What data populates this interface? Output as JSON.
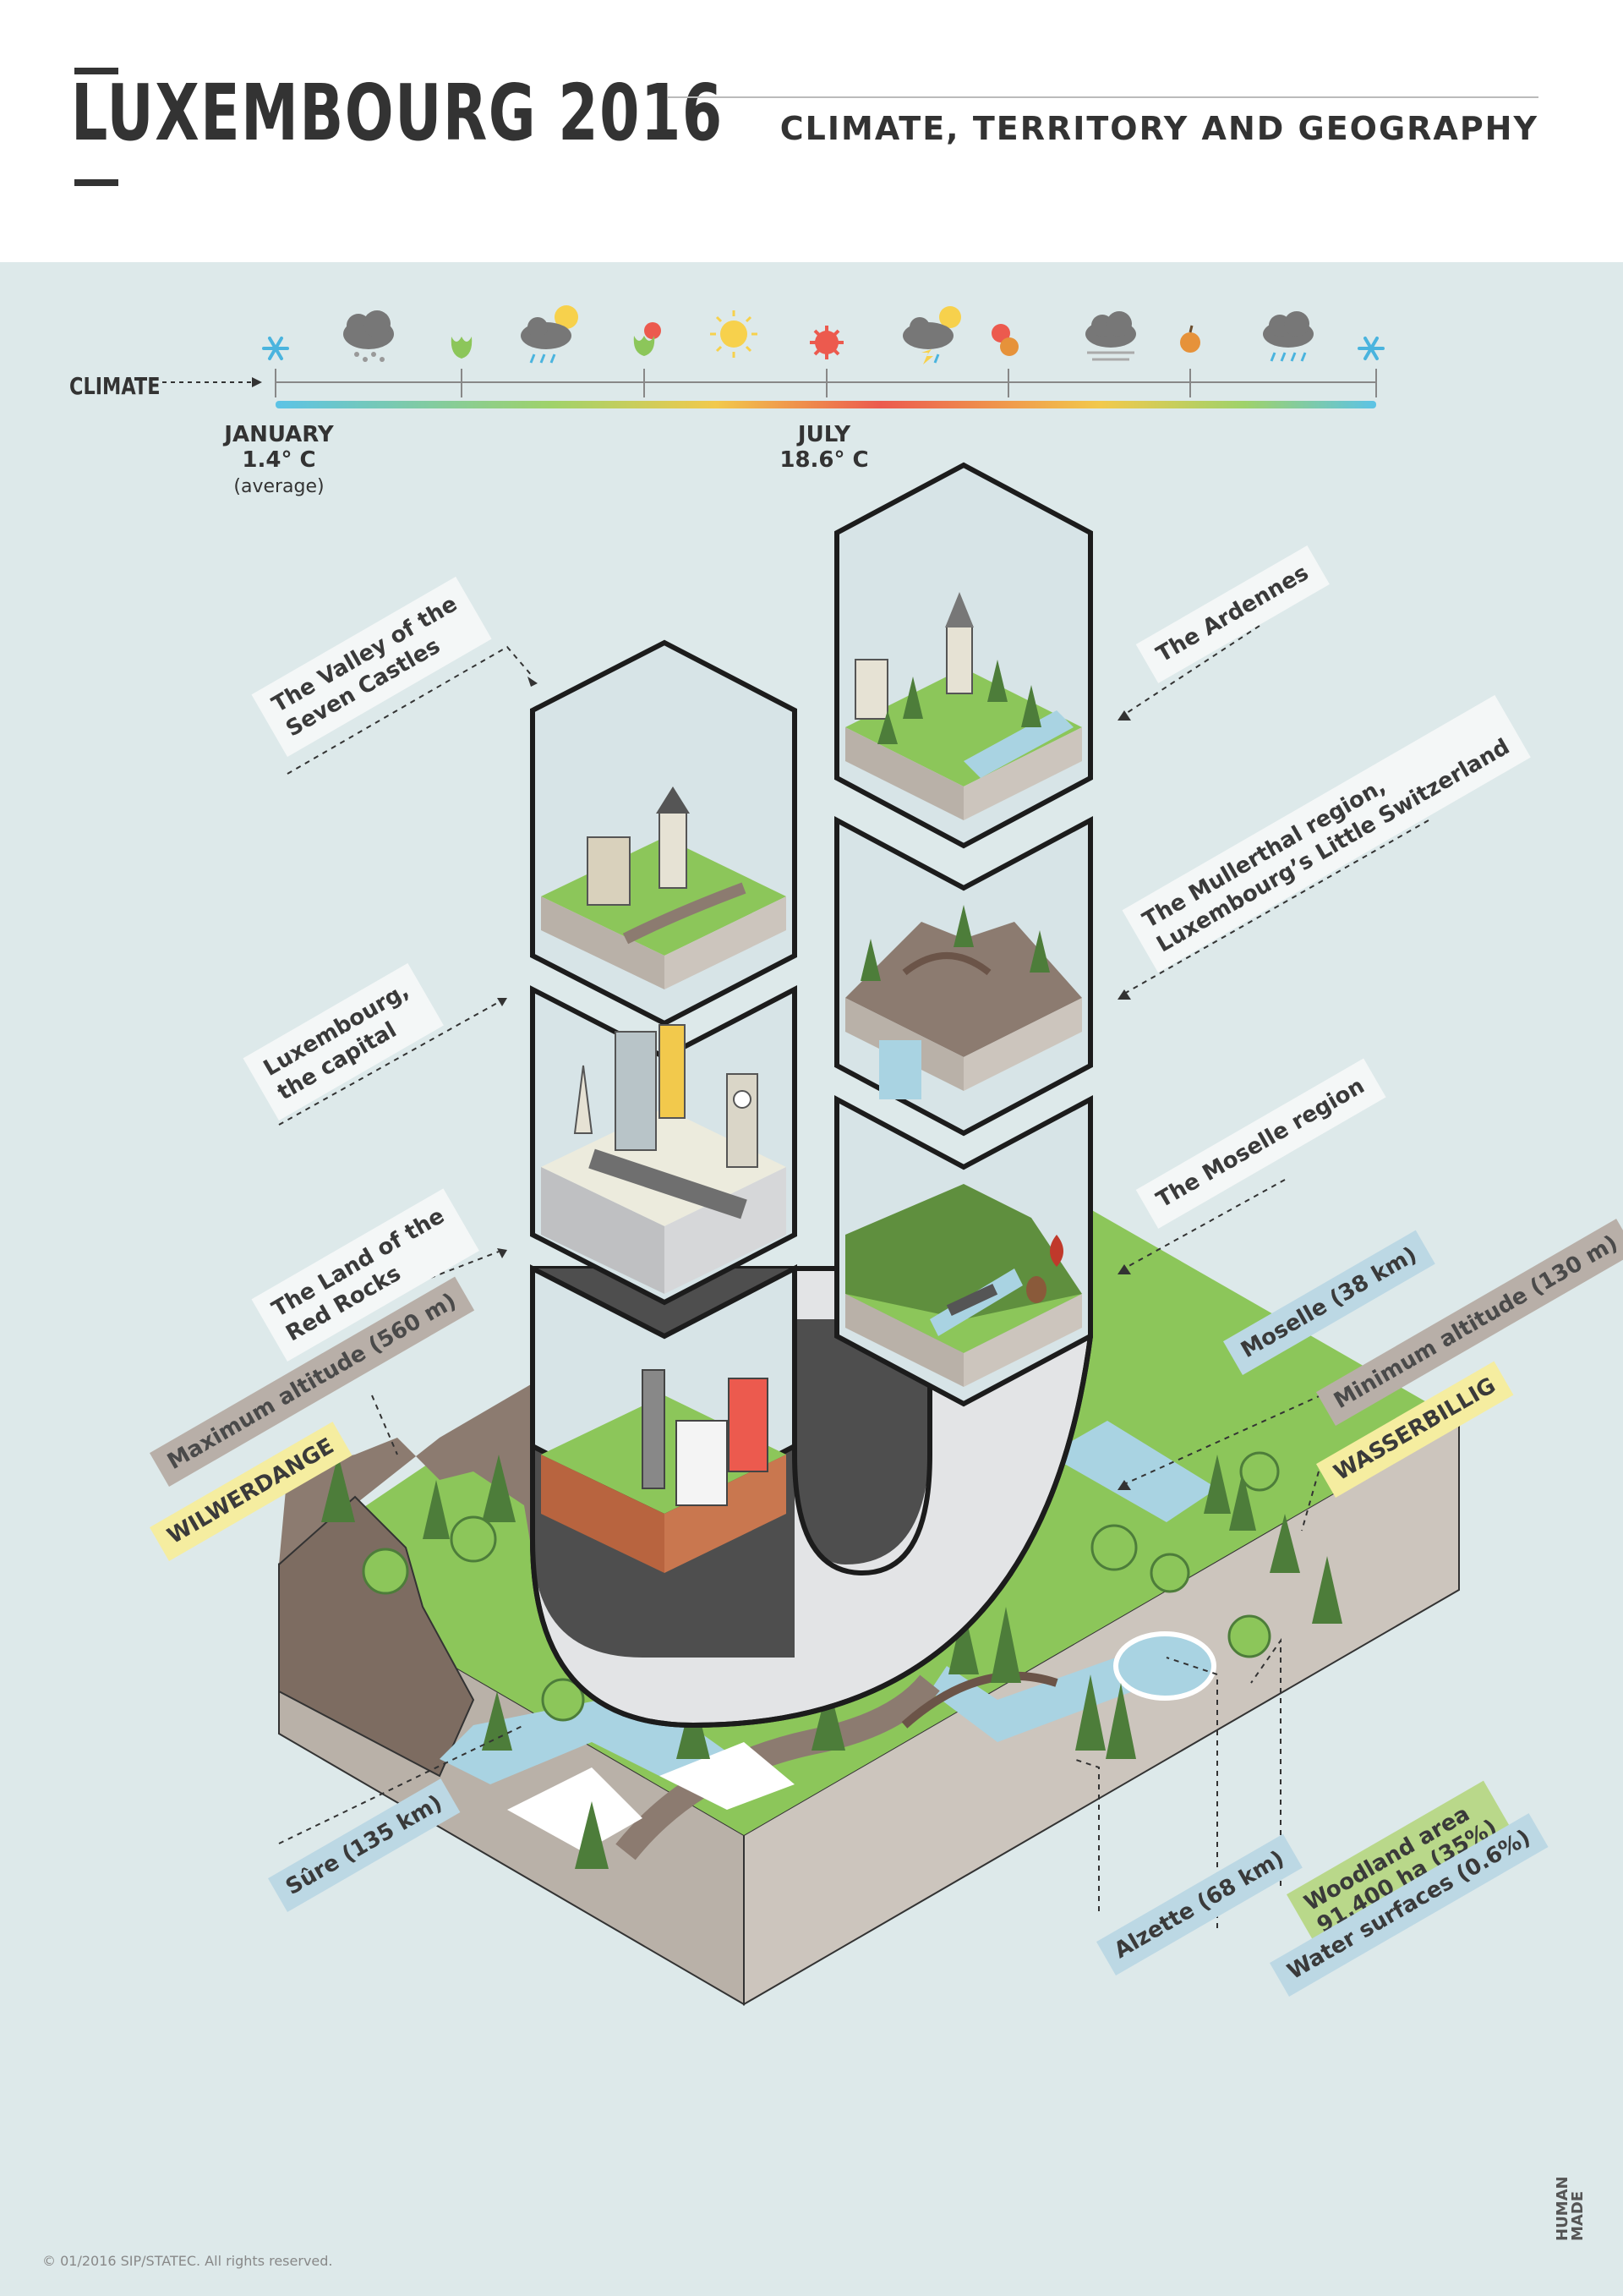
{
  "header": {
    "logo_text": "LUXEMBOURG 2016",
    "subtitle": "CLIMATE, TERRITORY AND GEOGRAPHY"
  },
  "climate": {
    "label": "CLIMATE",
    "january": {
      "month": "JANUARY",
      "temp": "1.4° C",
      "note": "(average)"
    },
    "july": {
      "month": "JULY",
      "temp": "18.6° C"
    },
    "icons": [
      "snowflake-icon",
      "snow-cloud-icon",
      "sprout-icon",
      "sun-rain-cloud-icon",
      "sprout-flower-icon",
      "sun-icon",
      "hot-sun-icon",
      "thunder-cloud-icon",
      "leaf-apple-icon",
      "fog-cloud-icon",
      "apple-icon",
      "rain-cloud-icon",
      "snowflake-icon"
    ]
  },
  "regions": {
    "valley": "The Valley of the\nSeven Castles",
    "capital": "Luxembourg,\nthe capital",
    "red_rocks": "The Land of the\nRed Rocks",
    "ardennes": "The Ardennes",
    "mullerthal": "The Mullerthal region,\nLuxembourg’s Little Switzerland",
    "moselle_region": "The Moselle region"
  },
  "facts": {
    "max_alt": "Maximum altitude (560 m)",
    "max_place": "WILWERDANGE",
    "min_alt": "Minimum altitude (130 m)",
    "min_place": "WASSERBILLIG",
    "moselle": "Moselle (38 km)",
    "sure": "Sûre (135 km)",
    "alzette": "Alzette (68 km)",
    "woodland": "Woodland area\n91.400 ha (35%)",
    "water": "Water surfaces (0.6%)"
  },
  "footer": {
    "copyright": "© 01/2016 SIP/STATEC. All rights reserved.",
    "maker": "HUMAN MADE"
  },
  "colors": {
    "background": "#dde9ea",
    "grass": "#8cc65a",
    "rock": "#8c7b70",
    "water": "#a9d3e2",
    "outline": "#1c1c1c"
  }
}
